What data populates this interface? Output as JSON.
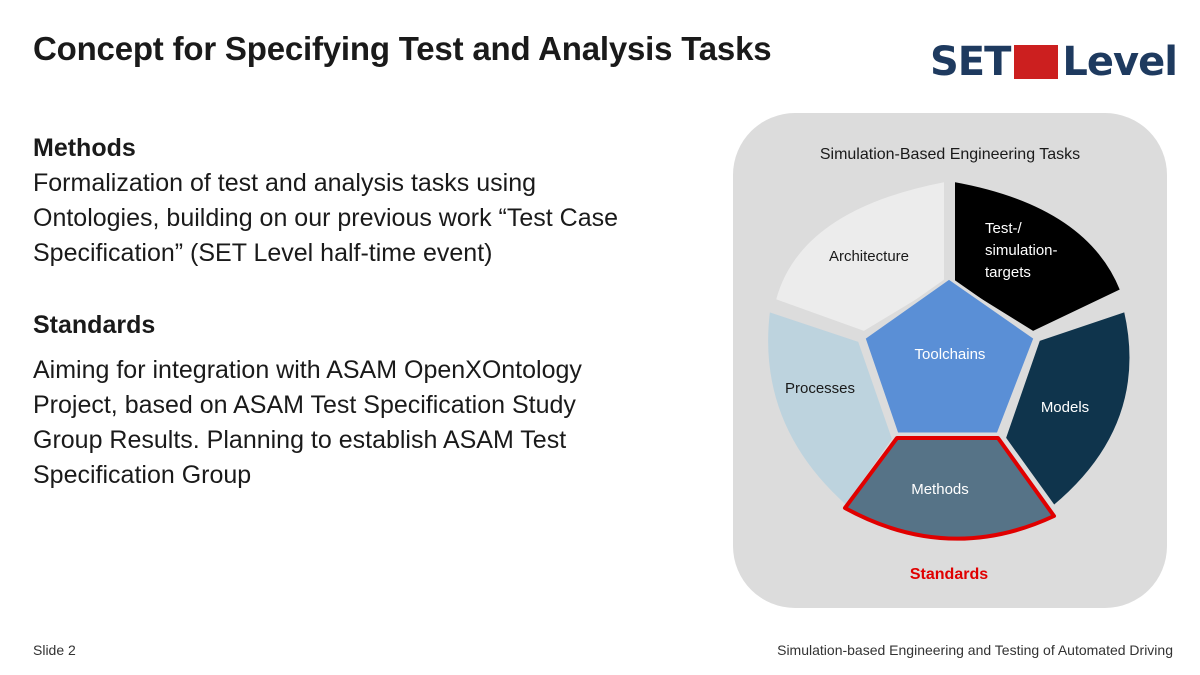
{
  "slide": {
    "title": "Concept for Specifying Test and Analysis Tasks",
    "logo": {
      "left": "SET",
      "right": "Level",
      "colors": {
        "text": "#1e3a5f",
        "box": "#cc1f1f"
      }
    }
  },
  "content": {
    "methods_heading": "Methods",
    "methods_lines": [
      "Formalization of test and analysis tasks using",
      "Ontologies, building on our previous work “Test Case",
      "Specification” (SET Level half-time event)"
    ],
    "standards_heading": "Standards",
    "standards_lines": [
      "Aiming for integration with ASAM OpenXOntology",
      "Project, based on ASAM Test Specification Study",
      "Group Results. Planning to establish ASAM Test",
      "Specification Group"
    ]
  },
  "diagram": {
    "title": "Simulation-Based Engineering Tasks",
    "segments": {
      "architecture": {
        "label": "Architecture",
        "color": "#ececec"
      },
      "test_targets": {
        "lines": [
          "Test-/",
          "simulation-",
          "targets"
        ],
        "color": "#000000"
      },
      "models": {
        "label": "Models",
        "color": "#0f344c"
      },
      "methods": {
        "label": "Methods",
        "color": "#567387",
        "highlight": "#e00000"
      },
      "processes": {
        "label": "Processes",
        "color": "#bdd3de"
      },
      "toolchains": {
        "label": "Toolchains",
        "color": "#5a8fd6"
      }
    },
    "highlight_label": "Standards",
    "highlight_color": "#e00000"
  },
  "footer": {
    "slide_number": "Slide 2",
    "project": "Simulation-based Engineering and Testing of Automated Driving"
  }
}
